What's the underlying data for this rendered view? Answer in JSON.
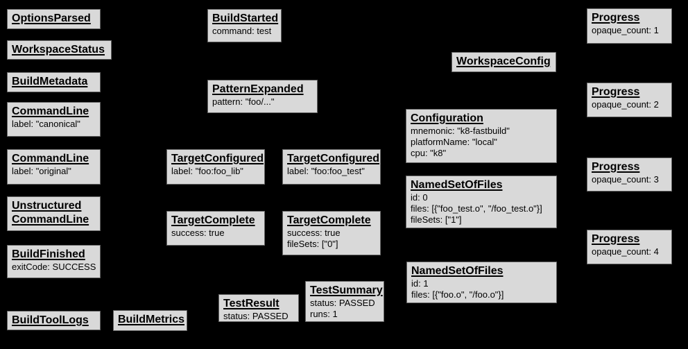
{
  "colors": {
    "background": "#000000",
    "box_fill": "#d9d9d9",
    "box_border": "#666666",
    "text": "#000000"
  },
  "diagram": {
    "kind": "build-event-protocol-graph",
    "boxes": [
      {
        "title": "OptionsParsed",
        "lines": []
      },
      {
        "title": "WorkspaceStatus",
        "lines": []
      },
      {
        "title": "BuildMetadata",
        "lines": []
      },
      {
        "title": "CommandLine",
        "lines": [
          "label: \"canonical\""
        ]
      },
      {
        "title": "CommandLine",
        "lines": [
          "label: \"original\""
        ]
      },
      {
        "title": "Unstructured CommandLine",
        "lines": []
      },
      {
        "title": "BuildFinished",
        "lines": [
          "exitCode: SUCCESS"
        ]
      },
      {
        "title": "BuildToolLogs",
        "lines": []
      },
      {
        "title": "BuildMetrics",
        "lines": []
      },
      {
        "title": "BuildStarted",
        "lines": [
          "command: test"
        ]
      },
      {
        "title": "PatternExpanded",
        "lines": [
          "pattern: \"foo/...\""
        ]
      },
      {
        "title": "TargetConfigured",
        "lines": [
          "label: \"foo:foo_lib\""
        ]
      },
      {
        "title": "TargetConfigured",
        "lines": [
          "label: \"foo:foo_test\""
        ]
      },
      {
        "title": "TargetComplete",
        "lines": [
          "success: true"
        ]
      },
      {
        "title": "TargetComplete",
        "lines": [
          "success: true",
          "fileSets: [\"0\"]"
        ]
      },
      {
        "title": "TestResult",
        "lines": [
          "status: PASSED"
        ]
      },
      {
        "title": "TestSummary",
        "lines": [
          "status: PASSED",
          "runs: 1"
        ]
      },
      {
        "title": "WorkspaceConfig",
        "lines": []
      },
      {
        "title": "Configuration",
        "lines": [
          "mnemonic: \"k8-fastbuild\"",
          "platformName: \"local\"",
          "cpu: \"k8\""
        ]
      },
      {
        "title": "NamedSetOfFiles",
        "lines": [
          "id: 0",
          "files: [{\"foo_test.o\", \"/foo_test.o\"}]",
          "fileSets: [\"1\"]"
        ]
      },
      {
        "title": "NamedSetOfFiles",
        "lines": [
          "id: 1",
          "files: [{\"foo.o\", \"/foo.o\"}]"
        ]
      },
      {
        "title": "Progress",
        "lines": [
          "opaque_count: 1"
        ]
      },
      {
        "title": "Progress",
        "lines": [
          "opaque_count: 2"
        ]
      },
      {
        "title": "Progress",
        "lines": [
          "opaque_count: 3"
        ]
      },
      {
        "title": "Progress",
        "lines": [
          "opaque_count: 4"
        ]
      }
    ]
  }
}
